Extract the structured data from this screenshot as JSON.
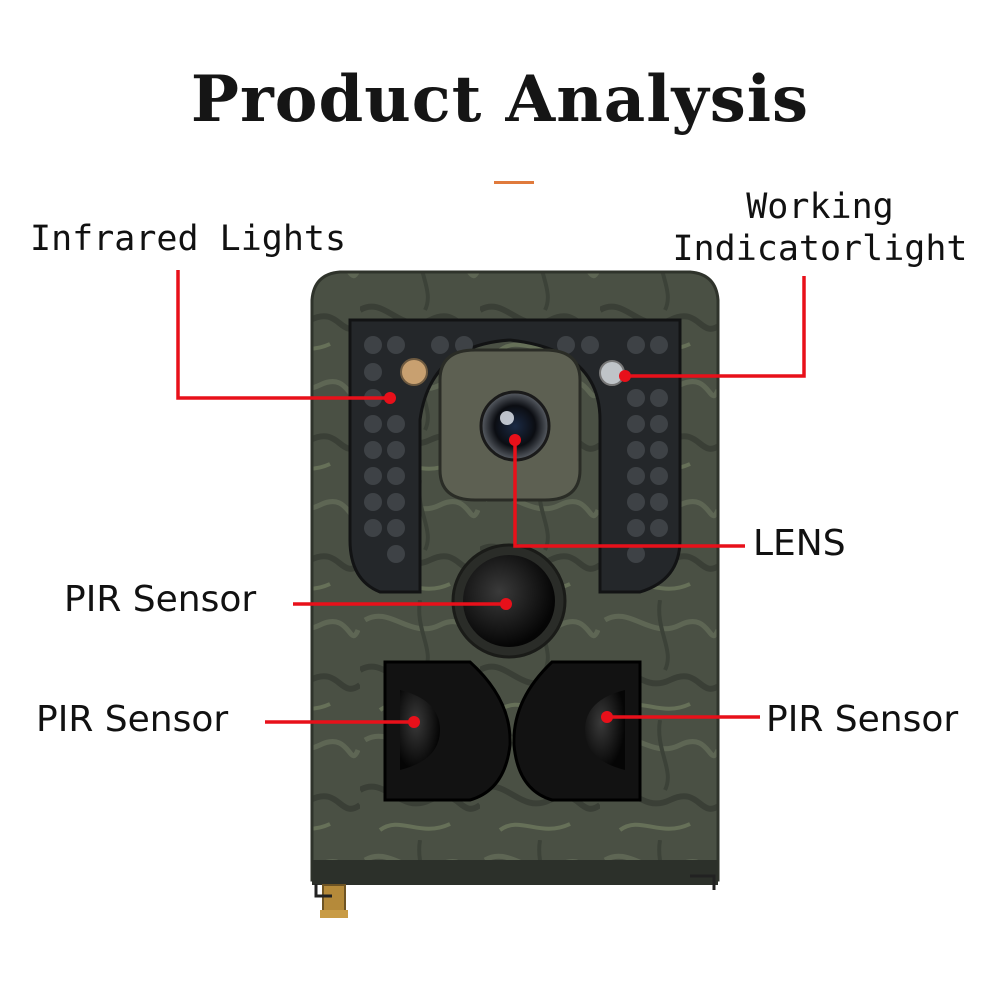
{
  "title": "Product Analysis",
  "accent_color": "#e07a3c",
  "callout_color": "#e8101a",
  "labels": {
    "infrared_lights": "Infrared Lights",
    "working_indicator_line1": "Working",
    "working_indicator_line2": "Indicatorlight",
    "lens": "LENS",
    "pir_sensor_center": "PIR Sensor",
    "pir_sensor_left": "PIR Sensor",
    "pir_sensor_right": "PIR Sensor"
  }
}
